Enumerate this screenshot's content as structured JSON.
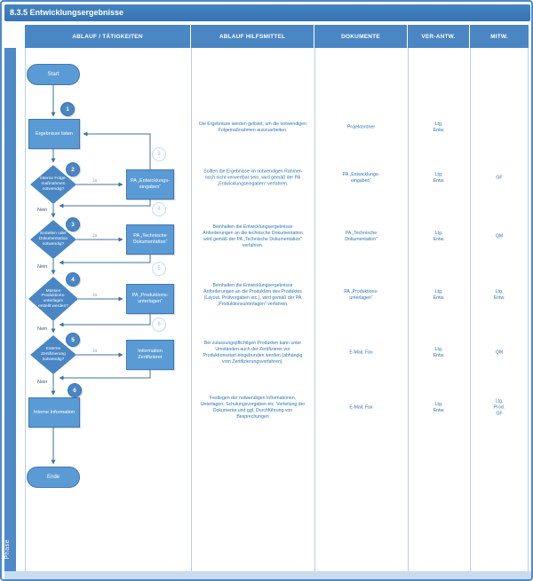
{
  "title": "8.3.5 Entwicklungsergebnisse",
  "phase_label": "Phase",
  "columns": [
    "ABLAUF / TÄTIGKEITEN",
    "ABLAUF HILFSMITTEL",
    "DOKUMENTE",
    "VER-ANTW.",
    "MITW."
  ],
  "flow": {
    "start": "Start",
    "end": "Ende",
    "ja": "Ja",
    "nein": "Nein"
  },
  "rows": [
    {
      "step": "1",
      "activity": "Ergebnisse listen",
      "hilfsmittel": "Die Ergebnisse werden gelistet, um die notwendigen Folgemaßnahmen auszuarbeiten.",
      "dokumente": "Projektordner",
      "verantw": "Ltg.\nEntw.",
      "mitw": ""
    },
    {
      "step": "2",
      "activity": "Interne Folge-\nmaßnahmen\nnotwendig?",
      "pa": "PA „Entwicklungs-\neingaben“",
      "pa_ref": "3",
      "hilfsmittel": "Sollten die Ergebnisse im notwendigen Rahmen noch nicht verwertbar sein, wird gemäß der PA „Entwicklungseingaben“ verfahren.",
      "dokumente": "PA „Entwicklungs-\neingaben“",
      "verantw": "Ltg.\nEntw.",
      "mitw": "GF"
    },
    {
      "step": "3",
      "activity": "Erstellen oder\nDokumentation\nnotwendig?",
      "pa": "PA „Technische\nDokumentation“",
      "pa_ref": "4",
      "hilfsmittel": "Beinhalten die Entwicklungsergebnisse Anforderungen an die technische Dokumentation wird gemäß der PA „Technische Dokumentation“ verfahren.",
      "dokumente": "PA „Technische\nDokumentation“",
      "verantw": "Ltg.\nEntw.",
      "mitw": "QM"
    },
    {
      "step": "4",
      "activity": "Müssen\nProduktions-\nunterlagen\nerstellt werden?",
      "pa": "PA „Produktions-\nunterlagen“",
      "pa_ref": "5",
      "hilfsmittel": "Beinhalten die Entwicklungsergebnisse Anforderungen an die Produktion des Produktes (Layout, Prüfvorgaben etc.), wird gemäß der PA „Produktionsunterlagen“ verfahren.",
      "dokumente": "PA „Produktions-\nunterlagen“",
      "verantw": "Ltg.\nEntw.",
      "mitw": "Ltg.\nEntw."
    },
    {
      "step": "5",
      "activity": "Externe\nZertifizierung\nnotwendig?",
      "pa": "Information\nZertifizierer",
      "pa_ref": "6",
      "hilfsmittel": "Bei zulassungspflichtigen Produkten kann unter Umständen auch der Zertifizierer vor Produktionsstart eingebunden werden (abhängig vom Zertifizierungsverfahren).",
      "dokumente": "E-Mail, Fax",
      "verantw": "Ltg.\nEntw.",
      "mitw": "QM"
    },
    {
      "step": "6",
      "activity": "Interne Information",
      "hilfsmittel": "Festlegen der notwendigen Informationen, Unterlagen, Schulungsvorgaben etc. Verteilung der Dokumente und ggf. Durchführung von Besprechungen",
      "dokumente": "E-Mail, Fax",
      "verantw": "Ltg.\nEntw.",
      "mitw": "Ltg.\nProd.\nGF"
    }
  ],
  "colors": {
    "accent": "#4e8ac8",
    "shape_fill": "#5b9bd5",
    "text_blue": "#2e75b6"
  }
}
